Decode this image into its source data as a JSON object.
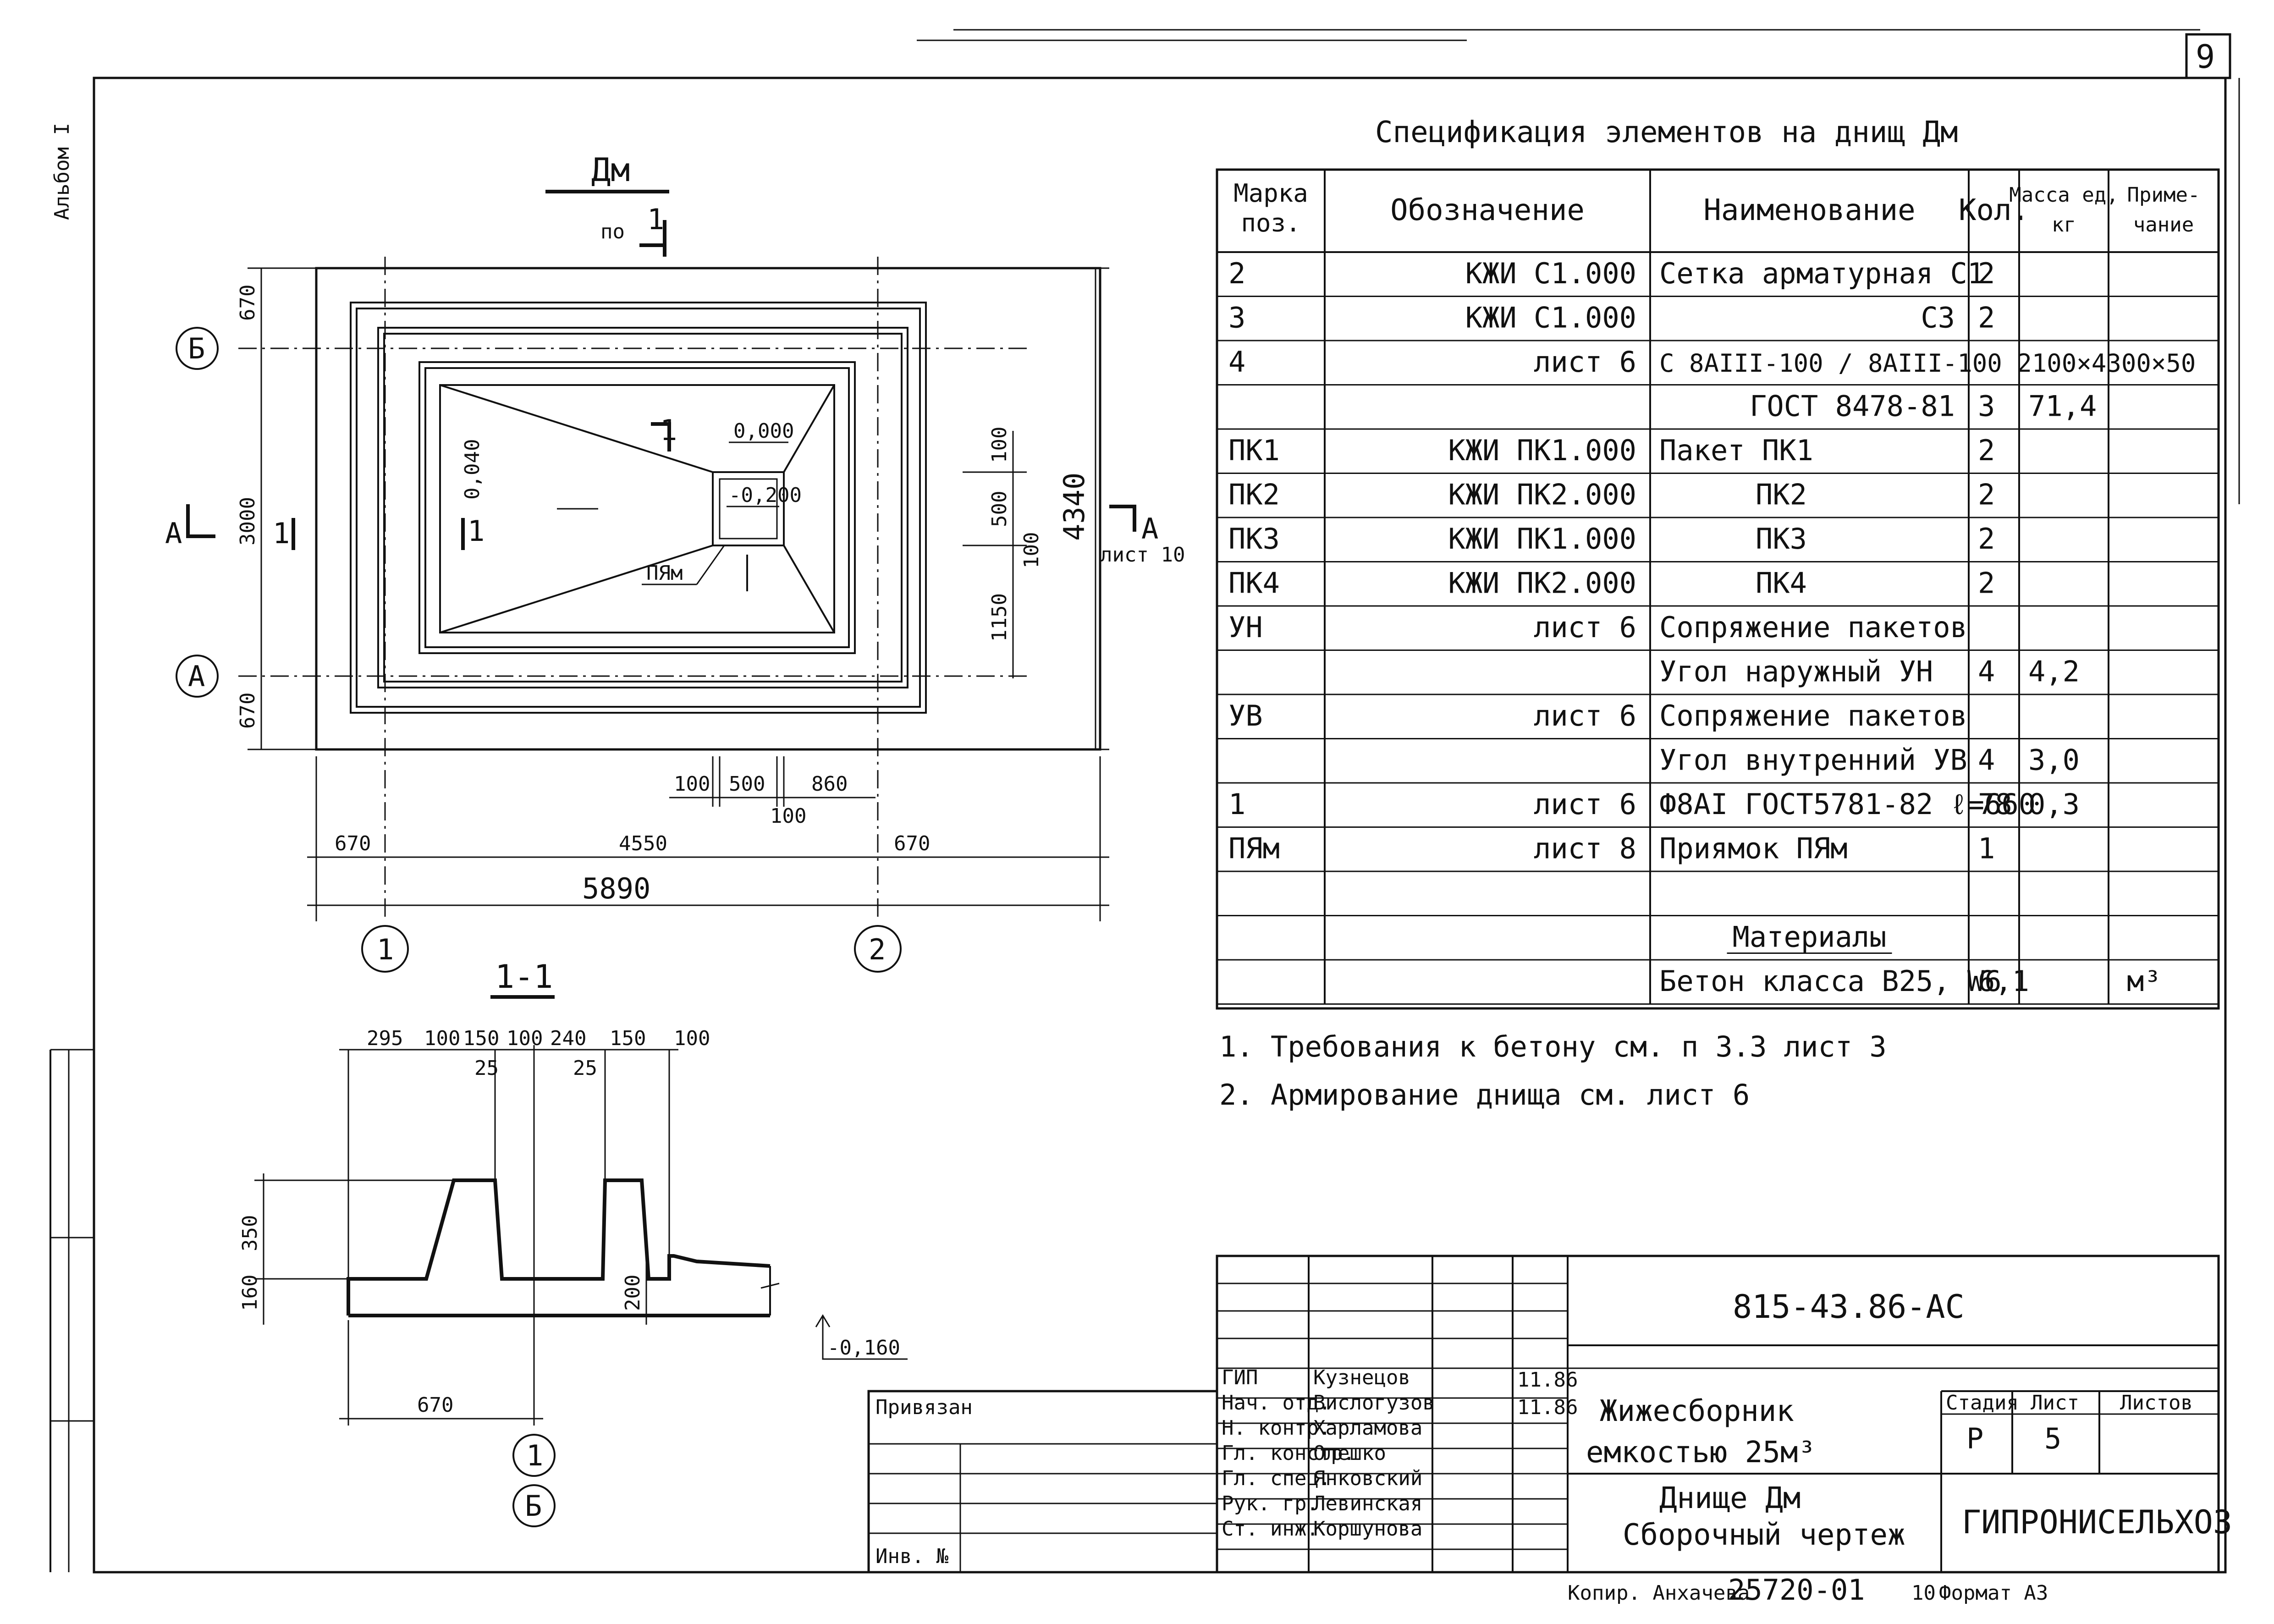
{
  "sheet": {
    "page_number": "9",
    "album": "Альбом I",
    "copier": "Копир. Анхачева",
    "copy_number": "25720-01",
    "format": "Формат А3",
    "format_number": "10"
  },
  "plan": {
    "title": "Дм",
    "subtitle": "по",
    "cut_label": "1",
    "axis_labels": [
      "Б",
      "А",
      "1",
      "2"
    ],
    "section_marks": [
      "А",
      "1",
      "1",
      "1"
    ],
    "sheet_ref": "лист 10",
    "elev_top": "0,000",
    "elev_pit": "-0,200",
    "slope": "0,040",
    "pit_label": "ПЯм",
    "dim_left": [
      "670",
      "3000",
      "670"
    ],
    "dim_right_overall": "4340",
    "dim_right": [
      "100",
      "500",
      "100",
      "1150"
    ],
    "dim_bottom_small": [
      "100",
      "500",
      "860",
      "100"
    ],
    "dim_bottom": [
      "670",
      "4550",
      "670"
    ],
    "dim_total": "5890"
  },
  "section": {
    "title": "1-1",
    "top_dims": [
      "295",
      "100",
      "150",
      "100",
      "240",
      "150",
      "100"
    ],
    "inner_dims": [
      "25",
      "25"
    ],
    "left_dims": [
      "350",
      "160"
    ],
    "right_dim": "200",
    "elev": "-0,160",
    "bottom_dim": "670",
    "axis_labels": [
      "1",
      "Б"
    ]
  },
  "spec": {
    "title": "Спецификация элементов на днищ Дм",
    "headers": [
      "Марка поз.",
      "Обозначение",
      "Наименование",
      "Кол.",
      "Масса ед, кг",
      "Приме- чание"
    ],
    "rows": [
      [
        "2",
        "КЖИ С1.000",
        "Сетка арматурная С1",
        "2",
        "",
        ""
      ],
      [
        "3",
        "КЖИ С1.000",
        "С3",
        "2",
        "",
        ""
      ],
      [
        "4",
        "лист 6",
        "С 8АIII-100 / 8АIII-100 2100×4300×50",
        "",
        "",
        ""
      ],
      [
        "",
        "",
        "ГОСТ 8478-81",
        "3",
        "71,4",
        ""
      ],
      [
        "ПК1",
        "КЖИ ПК1.000",
        "Пакет ПК1",
        "2",
        "",
        ""
      ],
      [
        "ПК2",
        "КЖИ ПК2.000",
        "ПК2",
        "2",
        "",
        ""
      ],
      [
        "ПК3",
        "КЖИ ПК1.000",
        "ПК3",
        "2",
        "",
        ""
      ],
      [
        "ПК4",
        "КЖИ ПК2.000",
        "ПК4",
        "2",
        "",
        ""
      ],
      [
        "УН",
        "лист 6",
        "Сопряжение пакетов",
        "",
        "",
        ""
      ],
      [
        "",
        "",
        "Угол наружный УН",
        "4",
        "4,2",
        ""
      ],
      [
        "УВ",
        "лист 6",
        "Сопряжение пакетов",
        "",
        "",
        ""
      ],
      [
        "",
        "",
        "Угол внутренний УВ",
        "4",
        "3,0",
        ""
      ],
      [
        "1",
        "лист 6",
        "Ф8АI ГОСТ5781-82 ℓ=660",
        "78",
        "0,3",
        ""
      ],
      [
        "ПЯм",
        "лист 8",
        "Приямок ПЯм",
        "1",
        "",
        ""
      ],
      [
        "",
        "",
        "",
        "",
        "",
        ""
      ],
      [
        "",
        "",
        "Материалы",
        "",
        "",
        ""
      ],
      [
        "",
        "",
        "Бетон класса В25, W6",
        "6,1",
        "",
        "м³"
      ]
    ]
  },
  "notes": [
    "1. Требования к бетону см. п 3.3 лист 3",
    "2. Армирование днища см. лист 6"
  ],
  "titleblock": {
    "doc_code": "815-43.86-АС",
    "bound": "Привязан",
    "inv": "Инв. №",
    "roles": [
      "ГИП",
      "Нач. отд.",
      "Н. контр.",
      "Гл. констр.",
      "Гл. спец.",
      "Рук. гр.",
      "Ст. инж."
    ],
    "names": [
      "Кузнецов",
      "Вислогузов",
      "Харламова",
      "Олешко",
      "Янковский",
      "Левинская",
      "Коршунова"
    ],
    "dates": [
      "11.86",
      "11.86"
    ],
    "project": "Жижесборник",
    "project_line2": "емкостью 25м³",
    "drawing": "Днище Дм",
    "drawing_line2": "Сборочный чертеж",
    "stage_header": "Стадия",
    "sheet_header": "Лист",
    "sheets_header": "Листов",
    "stage": "Р",
    "sheet_no": "5",
    "org": "ГИПРОНИСЕЛЬХОЗ"
  }
}
